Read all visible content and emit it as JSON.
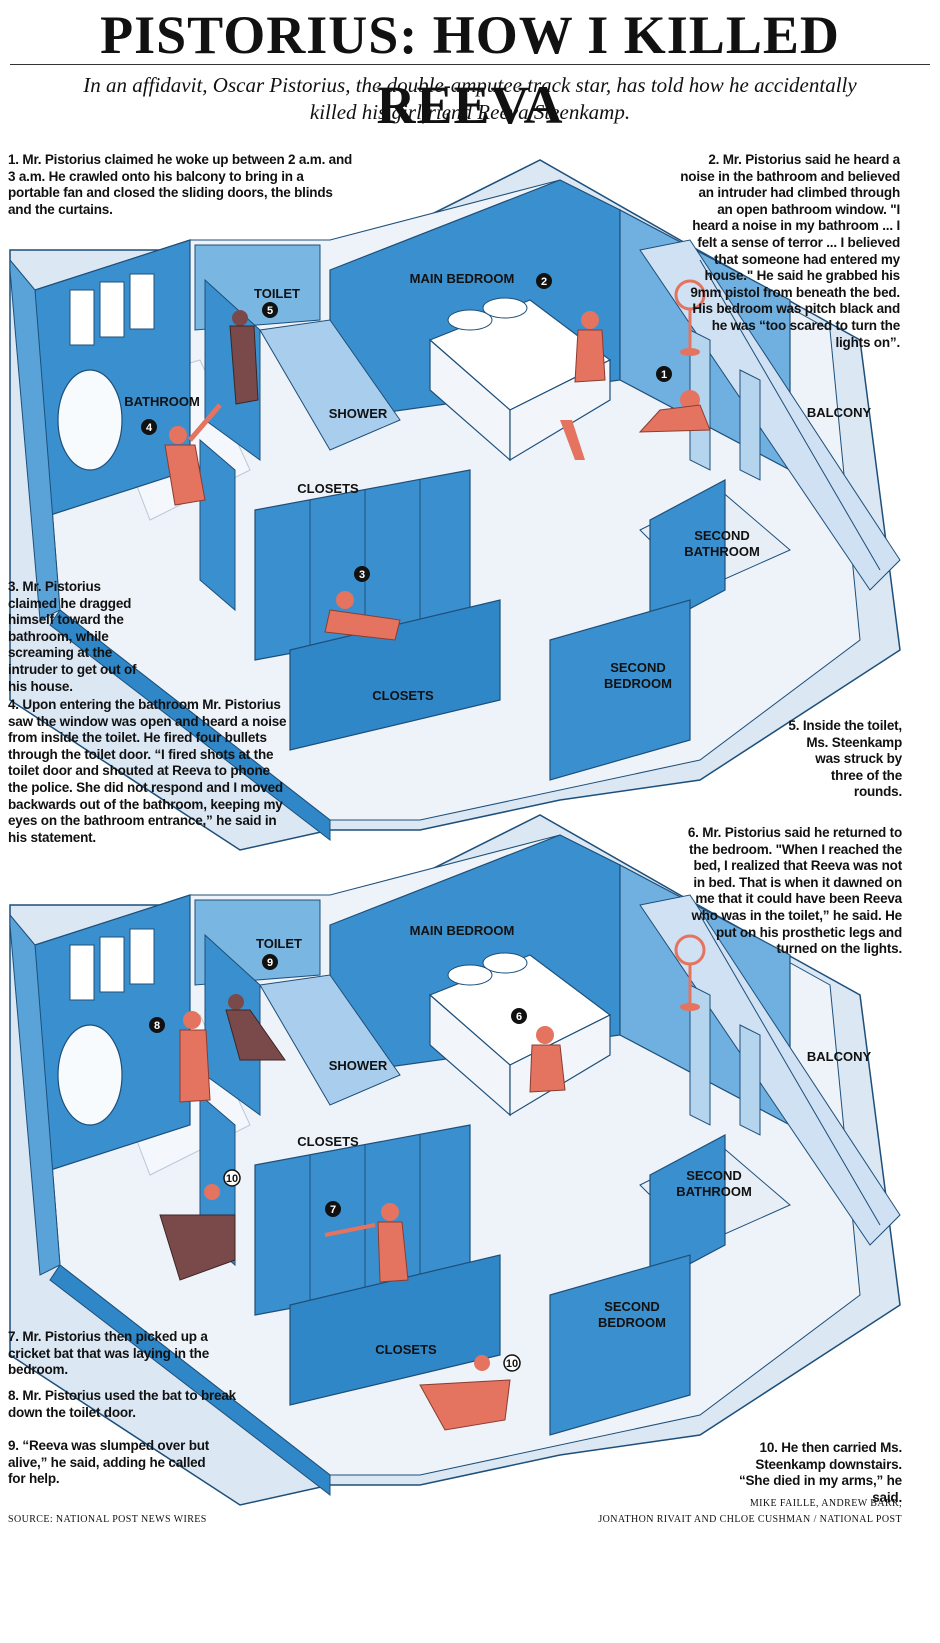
{
  "header": {
    "title": "PISTORIUS: HOW I KILLED REEVA",
    "subtitle": "In an affidavit, Oscar Pistorius, the double-amputee track star, has told how he accidentally killed his girlfriend Reeva Steenkamp."
  },
  "room_labels": {
    "main_bedroom": "MAIN BEDROOM",
    "bathroom": "BATHROOM",
    "toilet": "TOILET",
    "shower": "SHOWER",
    "closets": "CLOSETS",
    "second_bathroom_line1": "SECOND",
    "second_bathroom_line2": "BATHROOM",
    "second_bedroom_line1": "SECOND",
    "second_bedroom_line2": "BEDROOM",
    "balcony": "BALCONY"
  },
  "markers": {
    "m1": "1",
    "m2": "2",
    "m3": "3",
    "m4": "4",
    "m5": "5",
    "m6": "6",
    "m7": "7",
    "m8": "8",
    "m9": "9",
    "m10": "10"
  },
  "notes": {
    "n1": {
      "num": "1.",
      "text": "Mr. Pistorius claimed he woke up between 2 a.m. and 3 a.m. He crawled onto his balcony to bring in a portable fan and closed the sliding doors, the blinds and the curtains."
    },
    "n2": {
      "num": "2.",
      "text": "Mr. Pistorius said he heard a noise in the bathroom and believed an intruder had climbed through an open bathroom window. \"I heard a noise in my bathroom ... I felt a sense of terror ... I believed that someone had entered my house.\" He said he grabbed his 9mm pistol from beneath the bed. His bedroom was pitch black and he was “too scared to turn the lights on”."
    },
    "n3": {
      "num": "3.",
      "text": "Mr. Pistorius claimed he dragged himself toward the bathroom, while screaming at the intruder to get out of his house."
    },
    "n4": {
      "num": "4.",
      "text": "Upon entering the bathroom Mr. Pistorius saw the window was open and heard a noise from inside the toilet. He fired four bullets through the toilet door. “I fired shots at the toilet door and shouted at Reeva to phone the police. She did not respond and I moved backwards out of the bathroom, keeping my eyes on the bathroom entrance,” he said in his statement."
    },
    "n5": {
      "num": "5.",
      "text": "Inside the toilet, Ms. Steenkamp was struck by three of the rounds."
    },
    "n6": {
      "num": "6.",
      "text": "Mr. Pistorius said he returned to the bedroom. \"When I reached the bed, I realized that Reeva was not in bed. That is when it dawned on me that it could have been Reeva who was in the toilet,” he said. He put on his prosthetic legs and turned on the lights."
    },
    "n7": {
      "num": "7.",
      "text": "Mr. Pistorius then picked up a cricket bat that was laying in the bedroom."
    },
    "n8": {
      "num": "8.",
      "text": "Mr. Pistorius used the bat to break down the toilet door."
    },
    "n9": {
      "num": "9.",
      "text": "“Reeva was slumped over but alive,” he said, adding he called for help."
    },
    "n10": {
      "num": "10.",
      "text": "He then carried Ms. Steenkamp downstairs. “She died in my arms,” he said."
    }
  },
  "credits": {
    "source": "SOURCE: NATIONAL POST NEWS WIRES",
    "artists_line1": "MIKE FAILLE, ANDREW BARR,",
    "artists_line2": "JONATHON RIVAIT AND CHLOE CUSHMAN / NATIONAL POST"
  },
  "colors": {
    "wall_top": "#e6eef8",
    "wall_face": "#2f87c8",
    "wall_light": "#8fc0e6",
    "floor": "#e8eef5",
    "figure": "#e4735f",
    "figure_dark": "#7a4a4a",
    "marker": "#111111"
  }
}
